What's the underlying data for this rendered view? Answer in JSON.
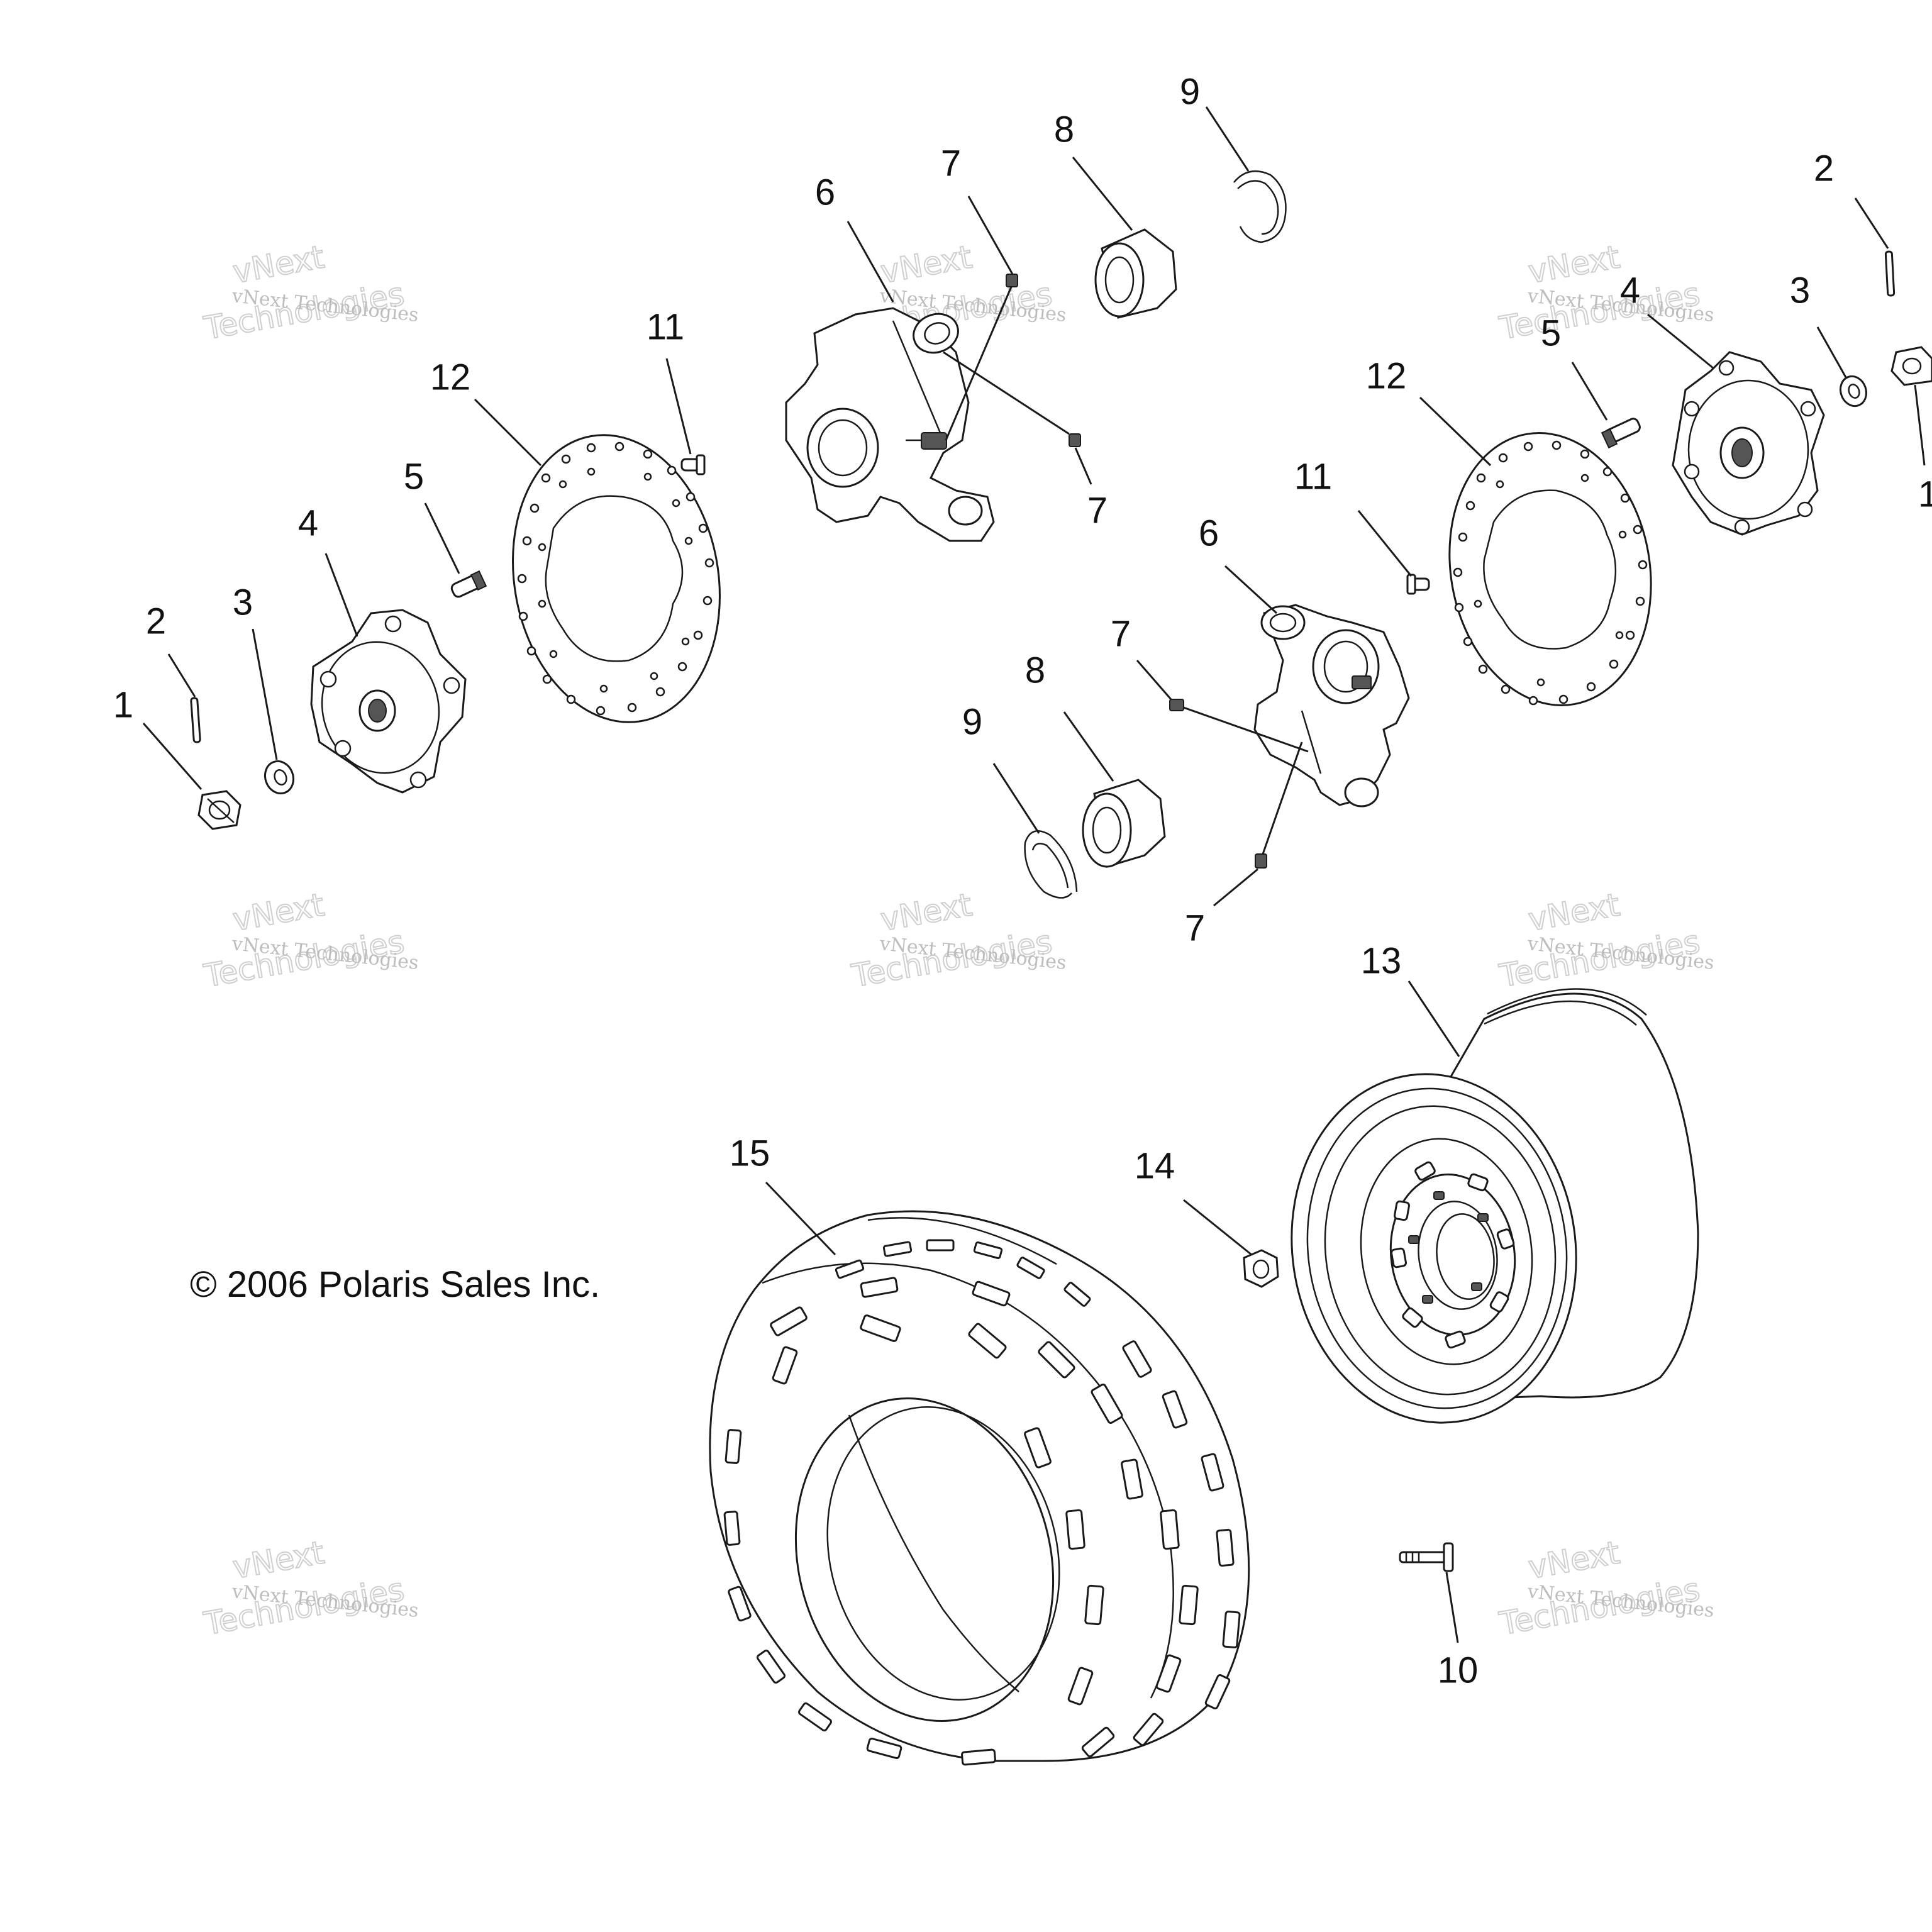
{
  "copyright": "© 2006 Polaris Sales Inc.",
  "callouts": {
    "c1": "1",
    "c2_left": "2",
    "c3_left": "3",
    "c4_left": "4",
    "c5_left": "5",
    "c12_left": "12",
    "c11_top": "11",
    "c6_top": "6",
    "c7_a": "7",
    "c7_b": "7",
    "c8_top": "8",
    "c9_top": "9",
    "c2_right": "2",
    "c3_right": "3",
    "c4_right": "4",
    "c5_right": "5",
    "c12_right": "12",
    "c11_right": "11",
    "c6_mid": "6",
    "c7_c": "7",
    "c7_d": "7",
    "c8_mid": "8",
    "c9_mid": "9",
    "c13": "13",
    "c14": "14",
    "c15": "15",
    "c10": "10",
    "c1_edge": "1"
  },
  "watermark": {
    "small": "vNext Technologies",
    "big_line1": "vNext",
    "big_line2": "Technologies"
  }
}
